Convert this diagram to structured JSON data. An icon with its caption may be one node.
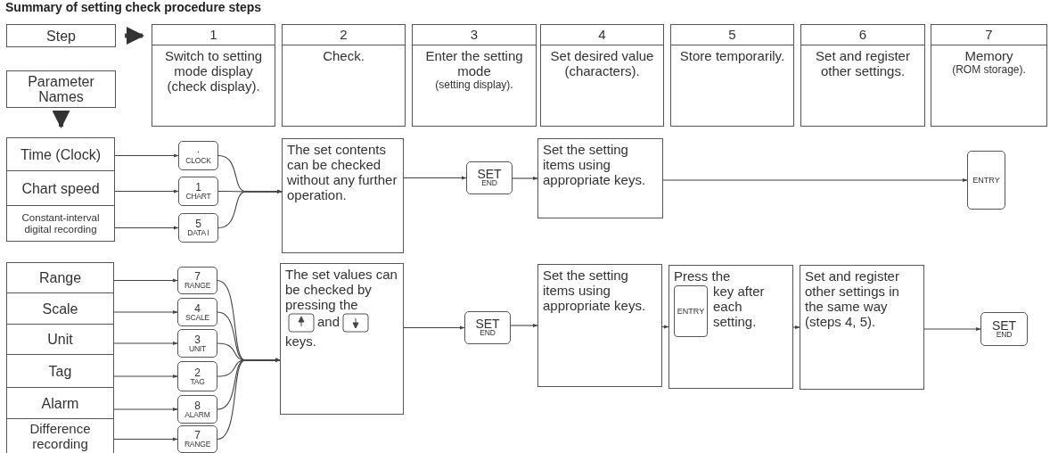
{
  "diagram": {
    "title": "Summary of setting check procedure steps",
    "nodes": [
      {
        "text": [
          "Step"
        ]
      },
      {
        "text": [
          "1",
          "Switch to setting mode display (check display)."
        ]
      },
      {
        "text": [
          "2",
          "Check."
        ]
      },
      {
        "text": [
          "3",
          "Enter the setting mode",
          "(setting display)."
        ]
      },
      {
        "text": [
          "4",
          "Set desired value (characters)."
        ]
      },
      {
        "text": [
          "5",
          "Store temporarily."
        ]
      },
      {
        "text": [
          "6",
          "Set and register other settings."
        ]
      },
      {
        "text": [
          "7",
          "Memory",
          "(ROM storage)."
        ]
      },
      {
        "text": [
          "Parameter Names"
        ]
      },
      {
        "text": [
          "Time (Clock)"
        ]
      },
      {
        "text": [
          "Chart speed"
        ]
      },
      {
        "text": [
          "Constant-interval digital recording"
        ]
      },
      {
        "text": [
          "·",
          "CLOCK"
        ]
      },
      {
        "text": [
          "1",
          "CHART"
        ]
      },
      {
        "text": [
          "5",
          "DATA I"
        ]
      },
      {
        "text": [
          "The set contents can be checked without any further operation."
        ]
      },
      {
        "text": [
          "SET",
          "END"
        ]
      },
      {
        "text": [
          "Set the setting items using appropriate keys."
        ]
      },
      {
        "text": [
          "ENTRY"
        ]
      },
      {
        "text": [
          "Range"
        ]
      },
      {
        "text": [
          "Scale"
        ]
      },
      {
        "text": [
          "Unit"
        ]
      },
      {
        "text": [
          "Tag"
        ]
      },
      {
        "text": [
          "Alarm"
        ]
      },
      {
        "text": [
          "Difference recording"
        ]
      },
      {
        "text": [
          "7",
          "RANGE"
        ]
      },
      {
        "text": [
          "4",
          "SCALE"
        ]
      },
      {
        "text": [
          "3",
          "UNIT"
        ]
      },
      {
        "text": [
          "2",
          "TAG"
        ]
      },
      {
        "text": [
          "8",
          "ALARM"
        ]
      },
      {
        "text": [
          "7",
          "RANGE"
        ]
      },
      {
        "text": [
          "The set values can be checked by pressing the",
          "and",
          "keys."
        ]
      },
      {
        "text": [
          "SET",
          "END"
        ]
      },
      {
        "text": [
          "Set the setting items using appropriate keys."
        ]
      },
      {
        "text": [
          "Press the",
          "key after each setting."
        ]
      },
      {
        "text": [
          "ENTRY"
        ],
        "in": 34
      },
      {
        "text": [
          "Set and register other settings in the same way (steps 4, 5)."
        ]
      },
      {
        "text": [
          "SET",
          "END"
        ]
      }
    ],
    "edges": [
      {
        "from": 0,
        "to": 1,
        "arrow": "to",
        "style": "thick"
      },
      {
        "from": 8,
        "to": 9,
        "arrow": "to",
        "style": "thick"
      },
      {
        "from": 9,
        "to": 12,
        "arrow": "to"
      },
      {
        "from": 10,
        "to": 13,
        "arrow": "to"
      },
      {
        "from": 11,
        "to": 14,
        "arrow": "to"
      },
      {
        "from": 12,
        "to": 15,
        "arrow": "to"
      },
      {
        "from": 13,
        "to": 15,
        "arrow": "to"
      },
      {
        "from": 14,
        "to": 15,
        "arrow": "to"
      },
      {
        "from": 15,
        "to": 16,
        "arrow": "to"
      },
      {
        "from": 16,
        "to": 17,
        "arrow": "to"
      },
      {
        "from": 17,
        "to": 18,
        "arrow": "to"
      },
      {
        "from": 19,
        "to": 25,
        "arrow": "to"
      },
      {
        "from": 20,
        "to": 26,
        "arrow": "to"
      },
      {
        "from": 21,
        "to": 27,
        "arrow": "to"
      },
      {
        "from": 22,
        "to": 28,
        "arrow": "to"
      },
      {
        "from": 23,
        "to": 29,
        "arrow": "to"
      },
      {
        "from": 24,
        "to": 30,
        "arrow": "to"
      },
      {
        "from": 25,
        "to": 31,
        "arrow": "to"
      },
      {
        "from": 26,
        "to": 31,
        "arrow": "to"
      },
      {
        "from": 27,
        "to": 31,
        "arrow": "to"
      },
      {
        "from": 28,
        "to": 31,
        "arrow": "to"
      },
      {
        "from": 29,
        "to": 31,
        "arrow": "to"
      },
      {
        "from": 30,
        "to": 31,
        "arrow": "to"
      },
      {
        "from": 31,
        "to": 32,
        "arrow": "to"
      },
      {
        "from": 32,
        "to": 33,
        "arrow": "to"
      },
      {
        "from": 33,
        "to": 34,
        "arrow": "to"
      },
      {
        "from": 34,
        "to": 36,
        "arrow": "to"
      },
      {
        "from": 36,
        "to": 37,
        "arrow": "to"
      }
    ]
  }
}
